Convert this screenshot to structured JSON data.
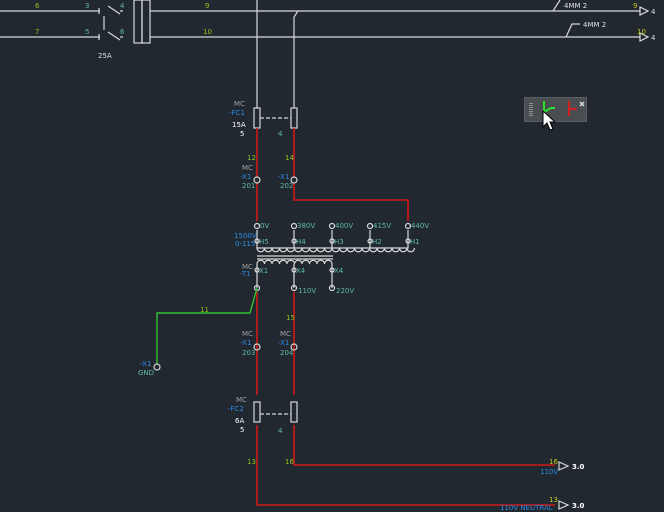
{
  "colors": {
    "background": "#212830",
    "wire_red": "#d01818",
    "wire_green": "#30c030",
    "wire_white": "#d8d8d8",
    "tag_blue": "#2a8ae6",
    "wire_num": "#8ec21c",
    "term_num": "#5fb8a8"
  },
  "top": {
    "wire_nums": [
      "6",
      "7",
      "9",
      "10"
    ],
    "switch_pins": [
      "3",
      "4",
      "5",
      "6"
    ],
    "switch_rating": "25A",
    "dest_nums": [
      "9",
      "10"
    ],
    "dest_refs": [
      "4",
      "4"
    ],
    "wire_size": [
      "4MM 2",
      "4MM 2"
    ]
  },
  "fc1": {
    "mfr": "MC",
    "tag": "-FC1",
    "rating": "15A",
    "pole": "5",
    "pole2": "4"
  },
  "x1_top": {
    "mfr": "MC",
    "tag": "-X1",
    "left": "201",
    "right": "202",
    "wire_left": "12",
    "wire_right": "14"
  },
  "transformer": {
    "rating": "1500V",
    "catalog": "0-115",
    "mfr": "MC",
    "tag": "-T1",
    "primary_voltages": [
      "0V",
      "380V",
      "400V",
      "415V",
      "440V"
    ],
    "primary_pins": [
      "H5",
      "H4",
      "H3",
      "H2",
      "H1"
    ],
    "secondary_pins": [
      "X1",
      "X4",
      "X4"
    ],
    "secondary_voltages": [
      "110V",
      "220V"
    ]
  },
  "gnd": {
    "tag": "-X1",
    "label": "GND",
    "wire": "11"
  },
  "x1_bot": {
    "mfr": "MC",
    "tag": "-X1",
    "left": "203",
    "right": "204",
    "wire_right": "15"
  },
  "fc2": {
    "mfr": "MC",
    "tag": "-FC2",
    "rating": "6A",
    "pole": "5",
    "pole2": "4"
  },
  "bottom": {
    "wire_left": "13",
    "wire_right": "16",
    "out1_num": "16",
    "out1_label": "110V",
    "out1_ref": "3.0",
    "out2_num": "13",
    "out2_label": "110V NEUTRAL",
    "out2_ref": "3.0"
  },
  "toolbar": {
    "icons": [
      "grip-icon",
      "wire-green-icon",
      "wire-red-icon",
      "close-icon"
    ]
  }
}
